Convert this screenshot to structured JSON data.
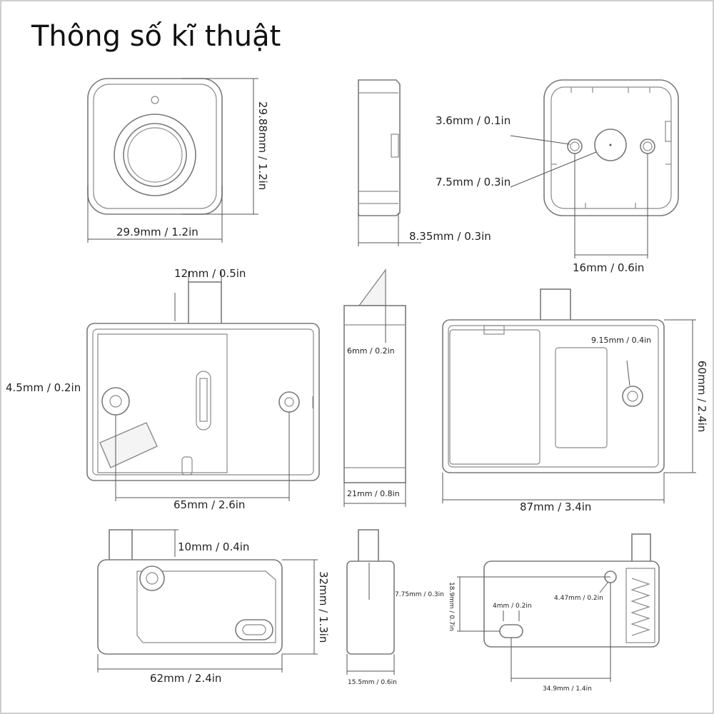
{
  "title": "Thông số kĩ thuật",
  "dimensions": {
    "front_height": "29.88mm / 1.2in",
    "front_width": "29.9mm / 1.2in",
    "side_depth": "8.35mm / 0.3in",
    "hole_small": "3.6mm / 0.1in",
    "hole_center": "7.5mm / 0.3in",
    "hole_spacing": "16mm / 0.6in",
    "bolt_width": "12mm / 0.5in",
    "mount_hole": "4.5mm / 0.2in",
    "mount_spacing": "65mm / 2.6in",
    "bolt_throw": "6mm / 0.2in",
    "body_depth": "21mm / 0.8in",
    "screw_hole": "9.15mm / 0.4in",
    "body_height": "60mm / 2.4in",
    "body_length": "87mm / 3.4in",
    "latch_ext": "10mm / 0.4in",
    "latch_height": "32mm / 1.3in",
    "latch_length": "62mm / 2.4in",
    "latch_offset": "7.75mm / 0.3in",
    "latch_depth": "15.5mm / 0.6in",
    "plate_height": "18.9mm / 0.7in",
    "slot_width": "4mm / 0.2in",
    "plate_hole": "4.47mm / 0.2in",
    "plate_length": "34.9mm / 1.4in"
  }
}
